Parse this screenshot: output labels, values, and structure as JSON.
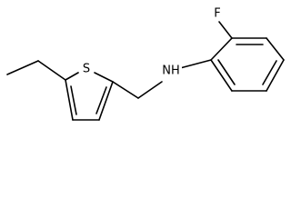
{
  "molecule": {
    "atoms": {
      "sulfur": "S",
      "amine": "NH",
      "fluorine": "F"
    }
  },
  "colors": {
    "bond": "#000000",
    "label": "#000000",
    "background": "#ffffff"
  }
}
